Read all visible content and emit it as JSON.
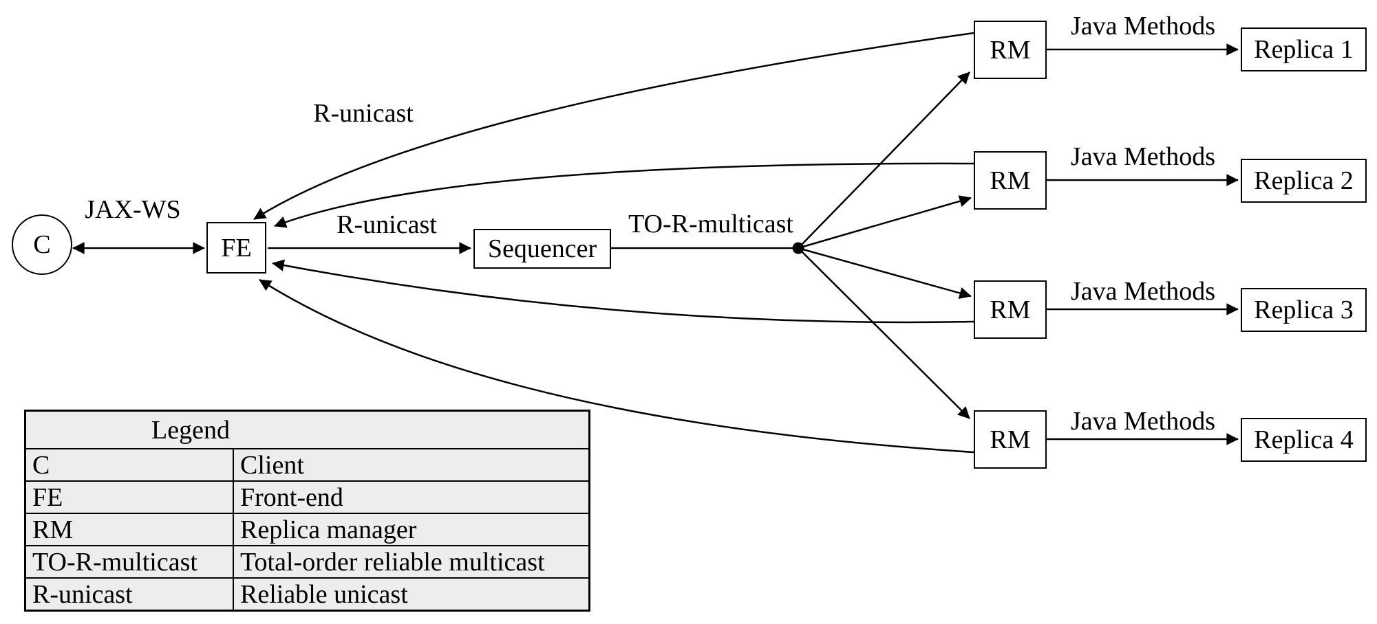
{
  "diagram": {
    "nodes": {
      "client": "C",
      "front_end": "FE",
      "sequencer": "Sequencer",
      "rm": "RM",
      "replicas": [
        "Replica 1",
        "Replica 2",
        "Replica 3",
        "Replica 4"
      ]
    },
    "labels": {
      "jax_ws": "JAX-WS",
      "r_unicast_return": "R-unicast",
      "r_unicast_forward": "R-unicast",
      "to_r_multicast": "TO-R-multicast",
      "java_methods": "Java Methods"
    }
  },
  "legend": {
    "title": "Legend",
    "rows": [
      {
        "term": "C",
        "definition": "Client"
      },
      {
        "term": "FE",
        "definition": "Front-end"
      },
      {
        "term": "RM",
        "definition": "Replica manager"
      },
      {
        "term": "TO-R-multicast",
        "definition": "Total-order reliable multicast"
      },
      {
        "term": "R-unicast",
        "definition": "Reliable unicast"
      }
    ]
  },
  "colors": {
    "ink": "#000000",
    "legend_fill": "#ededed",
    "background": "#ffffff"
  }
}
